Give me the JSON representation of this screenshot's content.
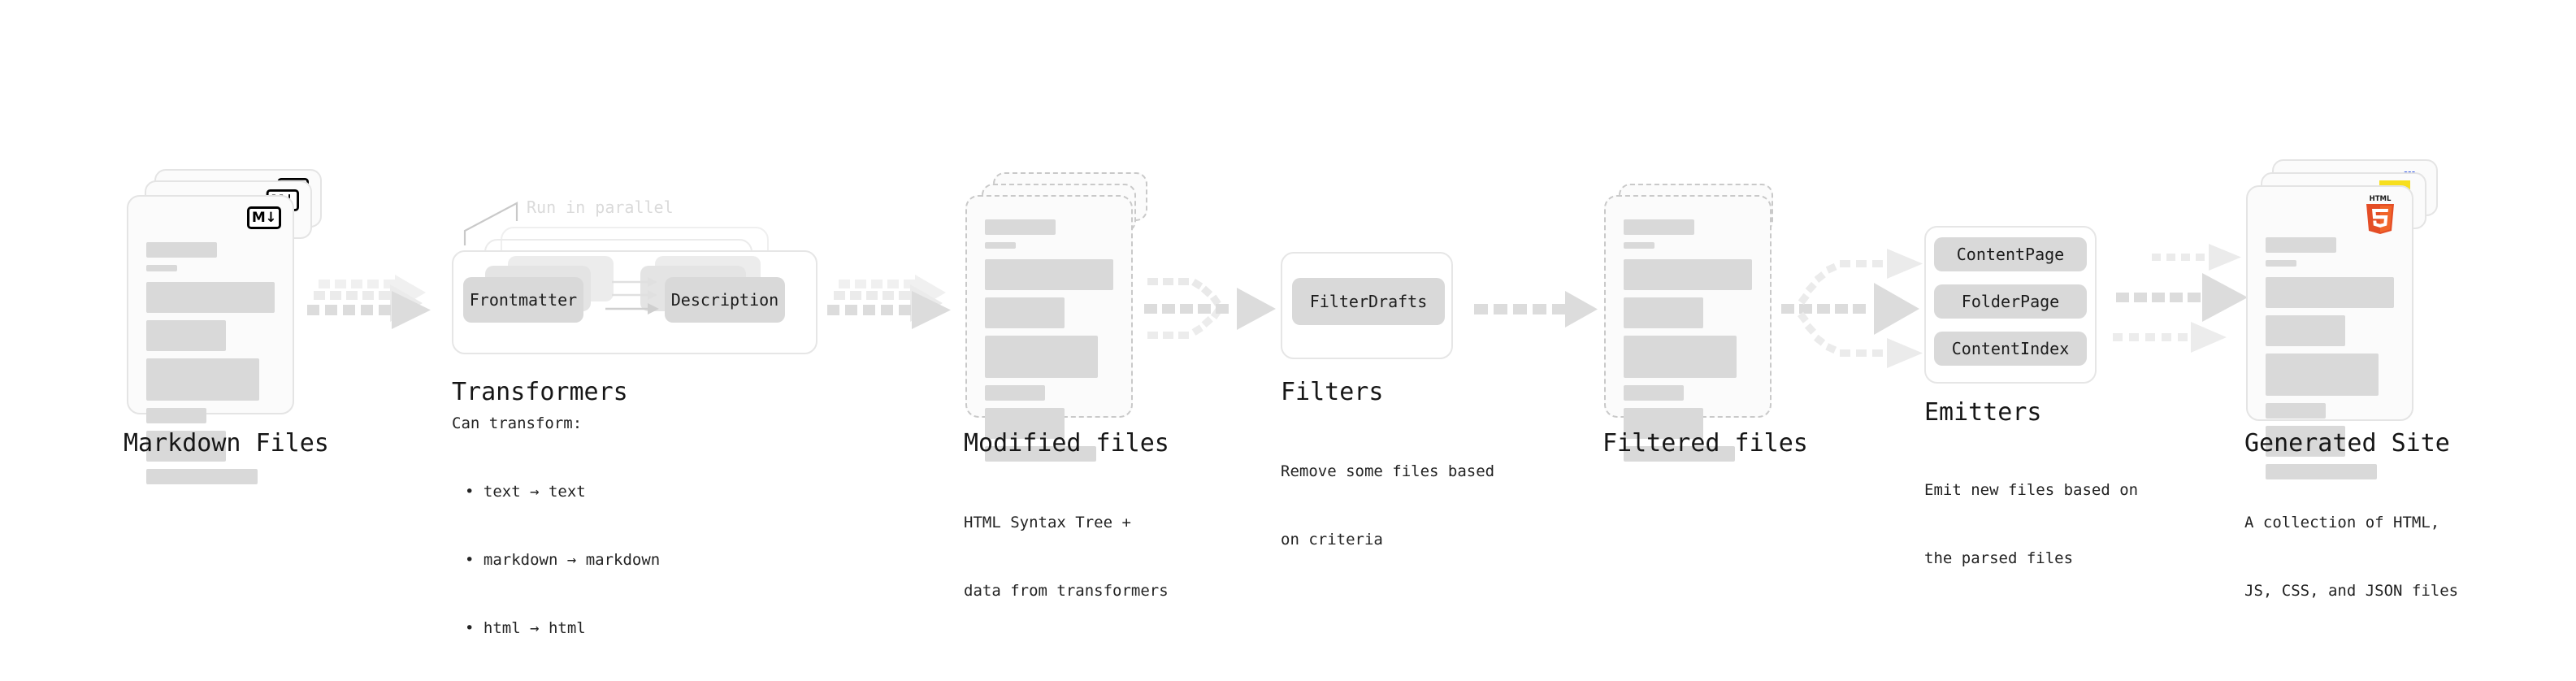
{
  "diagram": {
    "title_hidden": "",
    "stages": [
      {
        "id": "markdown-files",
        "title": "Markdown Files",
        "subtitle": "",
        "badge": "markdown-icon",
        "badge_text": "M",
        "badge_arrow": "↓"
      },
      {
        "id": "transformers",
        "title": "Transformers",
        "parallel_label": "Run in parallel",
        "nodes": [
          "Frontmatter",
          "Description"
        ],
        "caption_heading": "Can transform:",
        "bullets": [
          "• text → text",
          "• markdown → markdown",
          "• html → html"
        ]
      },
      {
        "id": "modified-files",
        "title": "Modified files",
        "subtitle_line1": "HTML Syntax Tree +",
        "subtitle_line2": "data from transformers"
      },
      {
        "id": "filters",
        "title": "Filters",
        "nodes": [
          "FilterDrafts"
        ],
        "subtitle_line1": "Remove some files based",
        "subtitle_line2": "on criteria"
      },
      {
        "id": "filtered-files",
        "title": "Filtered files",
        "subtitle_line1": "",
        "subtitle_line2": ""
      },
      {
        "id": "emitters",
        "title": "Emitters",
        "nodes": [
          "ContentPage",
          "FolderPage",
          "ContentIndex"
        ],
        "subtitle_line1": "Emit new files based on",
        "subtitle_line2": "the parsed files"
      },
      {
        "id": "generated-site",
        "title": "Generated Site",
        "subtitle_line1": "A collection of HTML,",
        "subtitle_line2": "JS, CSS, and JSON files",
        "badges": [
          "html5-icon",
          "js-icon",
          "css3-icon"
        ],
        "html5_label_top": "HTML",
        "html5_label_num": "5",
        "css_label": "CSS"
      }
    ],
    "colors": {
      "background": "#ffffff",
      "card_fill": "#fbfbfb",
      "card_border": "#e4e4e4",
      "card_border_dashed": "#c9c9c9",
      "bar_fill": "#d9d9d9",
      "pill_fill": "#d9d9d9",
      "arrow_fill": "#d8d8d8",
      "arrow_fill_light": "#ededed",
      "text_primary": "#161616",
      "text_secondary": "#232323",
      "ghost_text": "#dadada",
      "html5_orange": "#e44d26",
      "html5_shield": "#f16529",
      "js_yellow": "#f7df1e",
      "css_blue": "#264de4",
      "md_black": "#000000"
    }
  }
}
